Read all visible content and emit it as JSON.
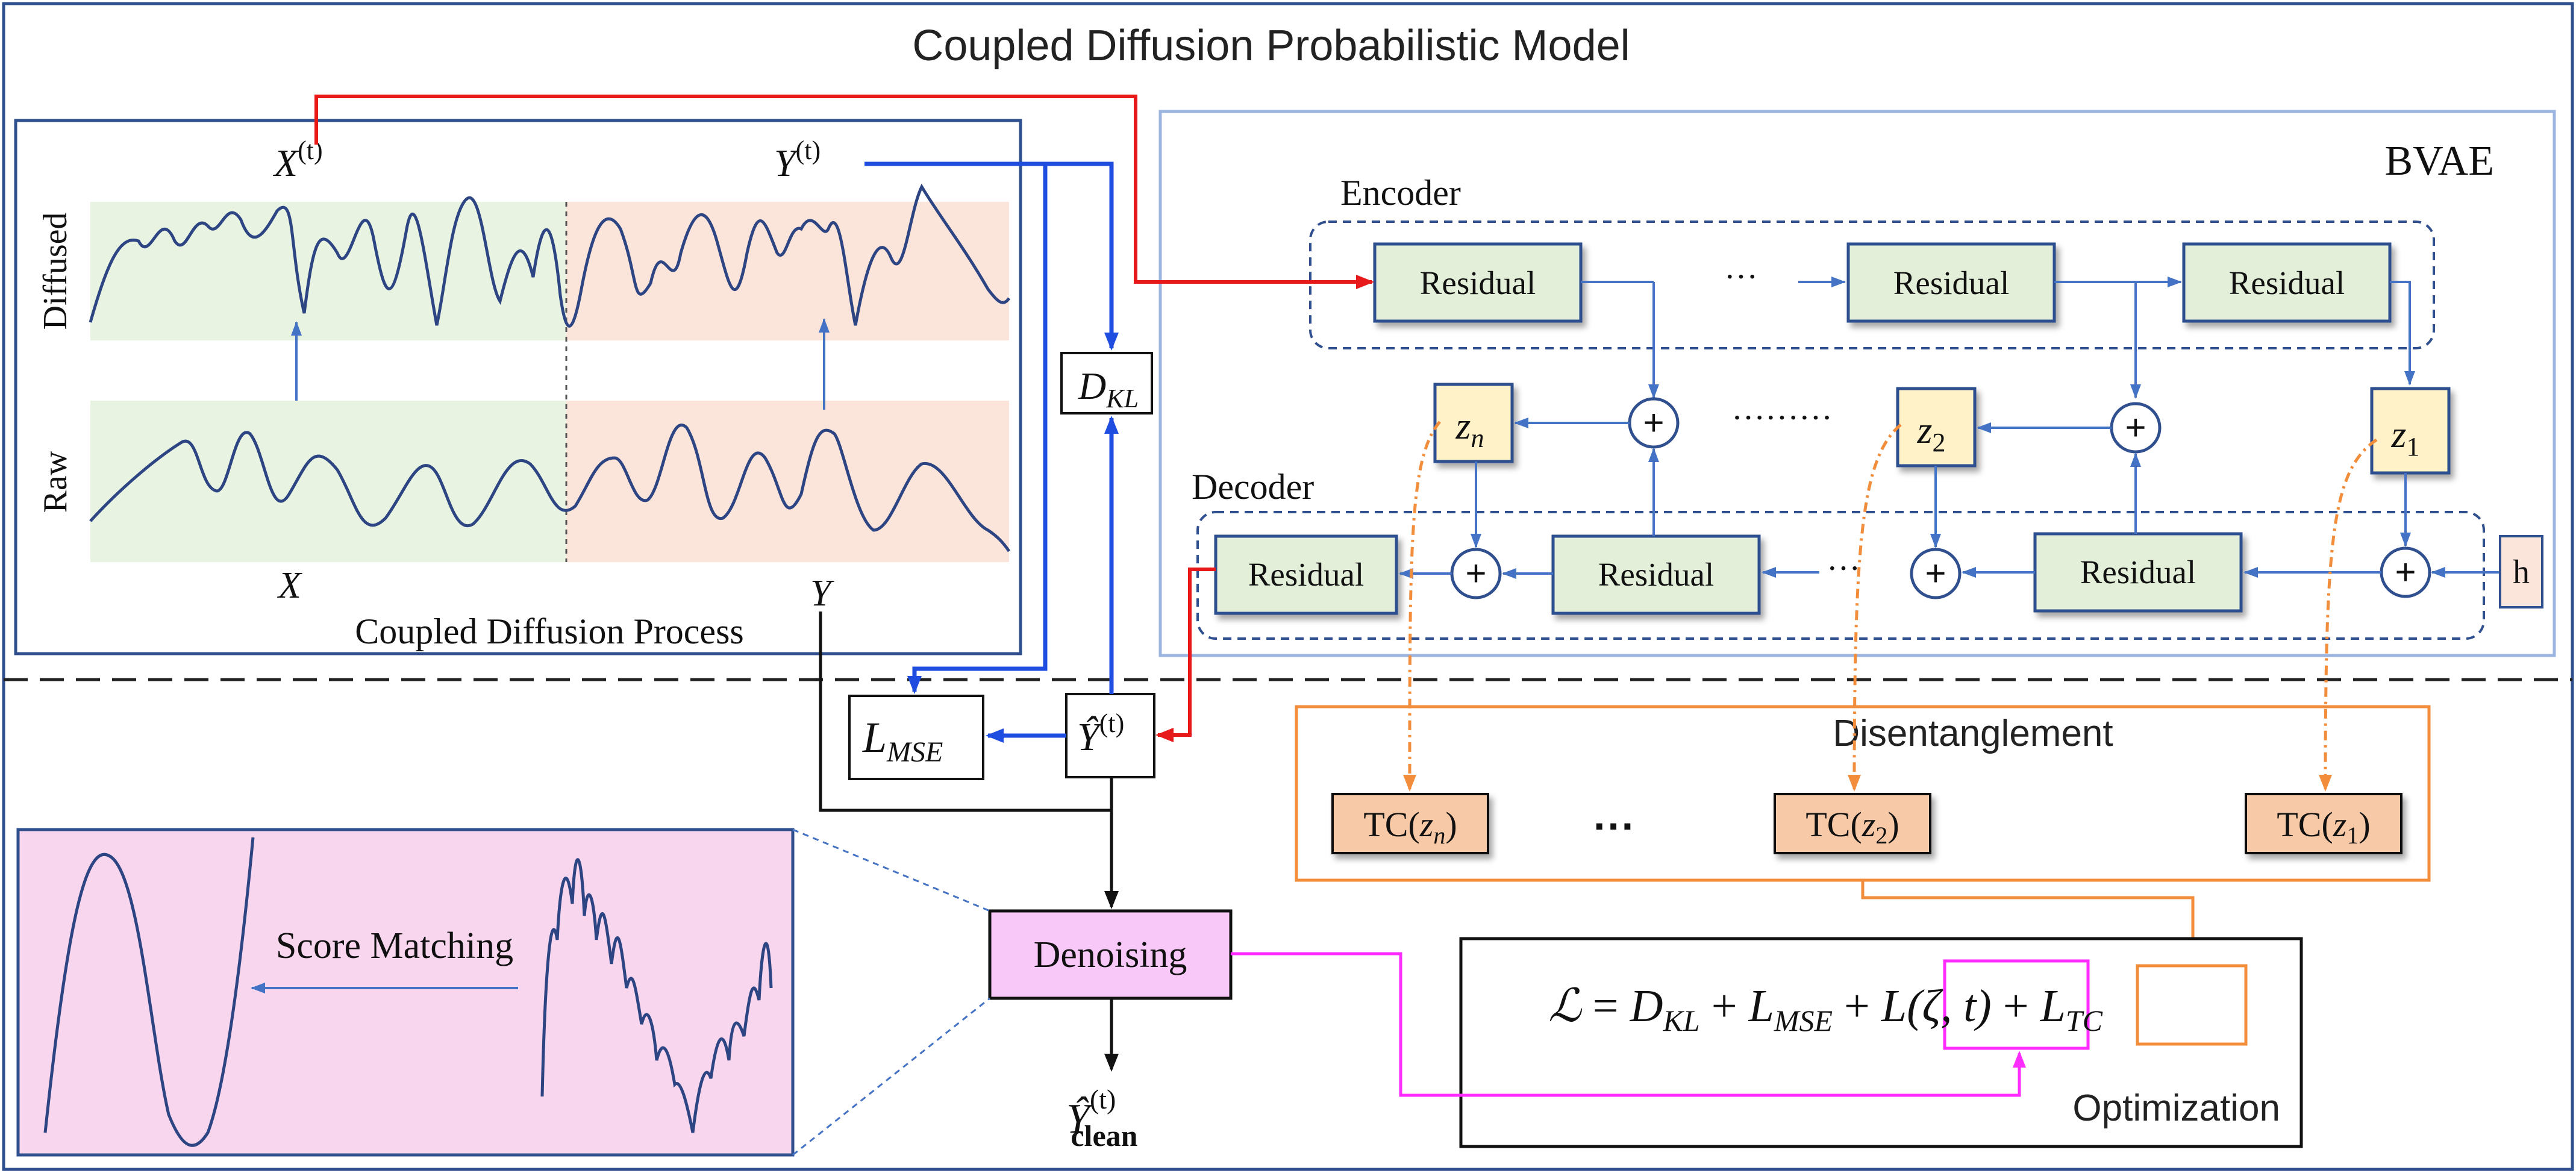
{
  "title": "Coupled Diffusion Probabilistic Model",
  "left_panel": {
    "x_top": "X",
    "y_top": "Y",
    "t_sup": "(t)",
    "row_diffused": "Diffused",
    "row_raw": "Raw",
    "x_bottom": "X",
    "y_bottom": "Y",
    "caption": "Coupled Diffusion Process"
  },
  "bvae": {
    "label": "BVAE",
    "encoder_label": "Encoder",
    "decoder_label": "Decoder",
    "residual": "Residual",
    "ellipsis_short": "···",
    "ellipsis_long": "·········",
    "z_symbol": "z",
    "z_subs": [
      "n",
      "2",
      "1"
    ],
    "plus": "+",
    "h": "h"
  },
  "losses": {
    "dkl_main": "D",
    "dkl_sub": "KL",
    "lmse_main": "L",
    "lmse_sub": "MSE",
    "yhat": "Ŷ",
    "t_sup": "(t)"
  },
  "disentanglement": {
    "label": "Disentanglement",
    "tc_prefix": "TC(",
    "tc_suffix": ")",
    "ellipsis": "···"
  },
  "denoising": {
    "label": "Denoising",
    "score_matching": "Score Matching",
    "out_main": "Ŷ",
    "out_sub": "clean",
    "out_sup": "(t)"
  },
  "optimization": {
    "label": "Optimization",
    "eq_l": "ℒ",
    "eq_eq": " = ",
    "eq_plus": " + ",
    "eq_d": "D",
    "eq_kl": "KL",
    "eq_lmse": "L",
    "eq_mse": "MSE",
    "eq_lzeta": "L(ζ, t)",
    "eq_ltc": "L",
    "eq_tc": "TC"
  },
  "colors": {
    "border": "#2f4f8f",
    "residual_fill": "#e3efd9",
    "z_fill": "#fff1c8",
    "tc_fill": "#f7c9a7",
    "orange": "#f28d3c",
    "blue": "#1f4de0",
    "red": "#e8191a",
    "magenta": "#ff2cff",
    "denoise_fill": "#f8c8f8",
    "green_band": "#e8f3e1",
    "salmon_band": "#fbe4d9",
    "pink_panel": "#f7d6ee"
  }
}
